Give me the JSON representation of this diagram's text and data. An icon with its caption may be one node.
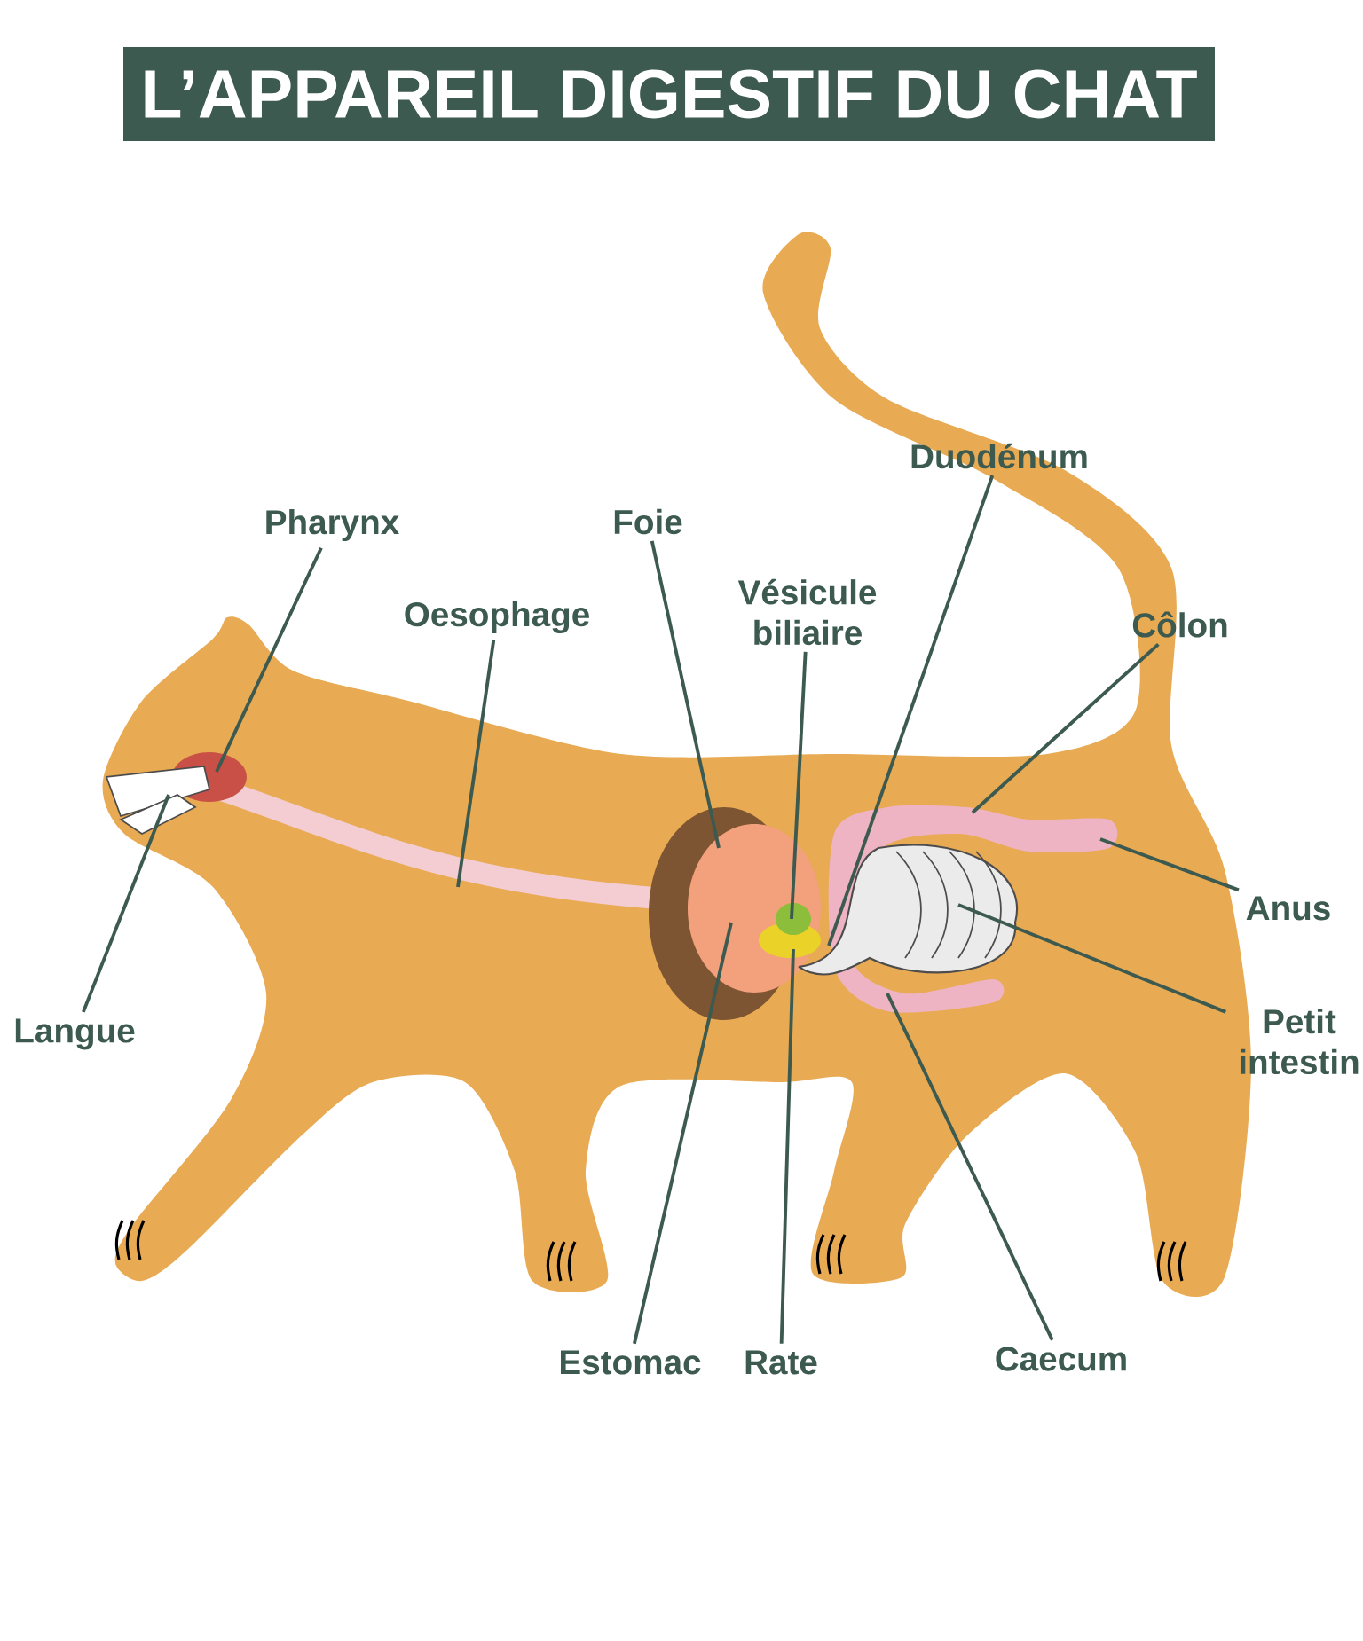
{
  "diagram": {
    "title": "L’APPAREIL DIGESTIF DU CHAT",
    "nodes": [
      {
        "text": [
          "Duodénum"
        ]
      },
      {
        "text": [
          "Pharynx"
        ]
      },
      {
        "text": [
          "Foie"
        ]
      },
      {
        "text": [
          "Oesophage"
        ]
      },
      {
        "text": [
          "Vésicule biliaire"
        ]
      },
      {
        "text": [
          "Côlon"
        ]
      },
      {
        "text": [
          "Anus"
        ]
      },
      {
        "text": [
          "Langue"
        ]
      },
      {
        "text": [
          "Petit intestin"
        ]
      },
      {
        "text": [
          "Estomac"
        ]
      },
      {
        "text": [
          "Rate"
        ]
      },
      {
        "text": [
          "Caecum"
        ]
      }
    ],
    "edges": [
      {
        "from": 0,
        "to": null,
        "arrow": "none"
      },
      {
        "from": 1,
        "to": null,
        "arrow": "none"
      },
      {
        "from": 2,
        "to": null,
        "arrow": "none"
      },
      {
        "from": 3,
        "to": null,
        "arrow": "none"
      },
      {
        "from": 4,
        "to": null,
        "arrow": "none"
      },
      {
        "from": 5,
        "to": null,
        "arrow": "none"
      },
      {
        "from": 6,
        "to": null,
        "arrow": "none"
      },
      {
        "from": 7,
        "to": null,
        "arrow": "none"
      },
      {
        "from": 8,
        "to": null,
        "arrow": "none"
      },
      {
        "from": 9,
        "to": null,
        "arrow": "none"
      },
      {
        "from": 10,
        "to": null,
        "arrow": "none"
      },
      {
        "from": 11,
        "to": null,
        "arrow": "none"
      }
    ]
  }
}
